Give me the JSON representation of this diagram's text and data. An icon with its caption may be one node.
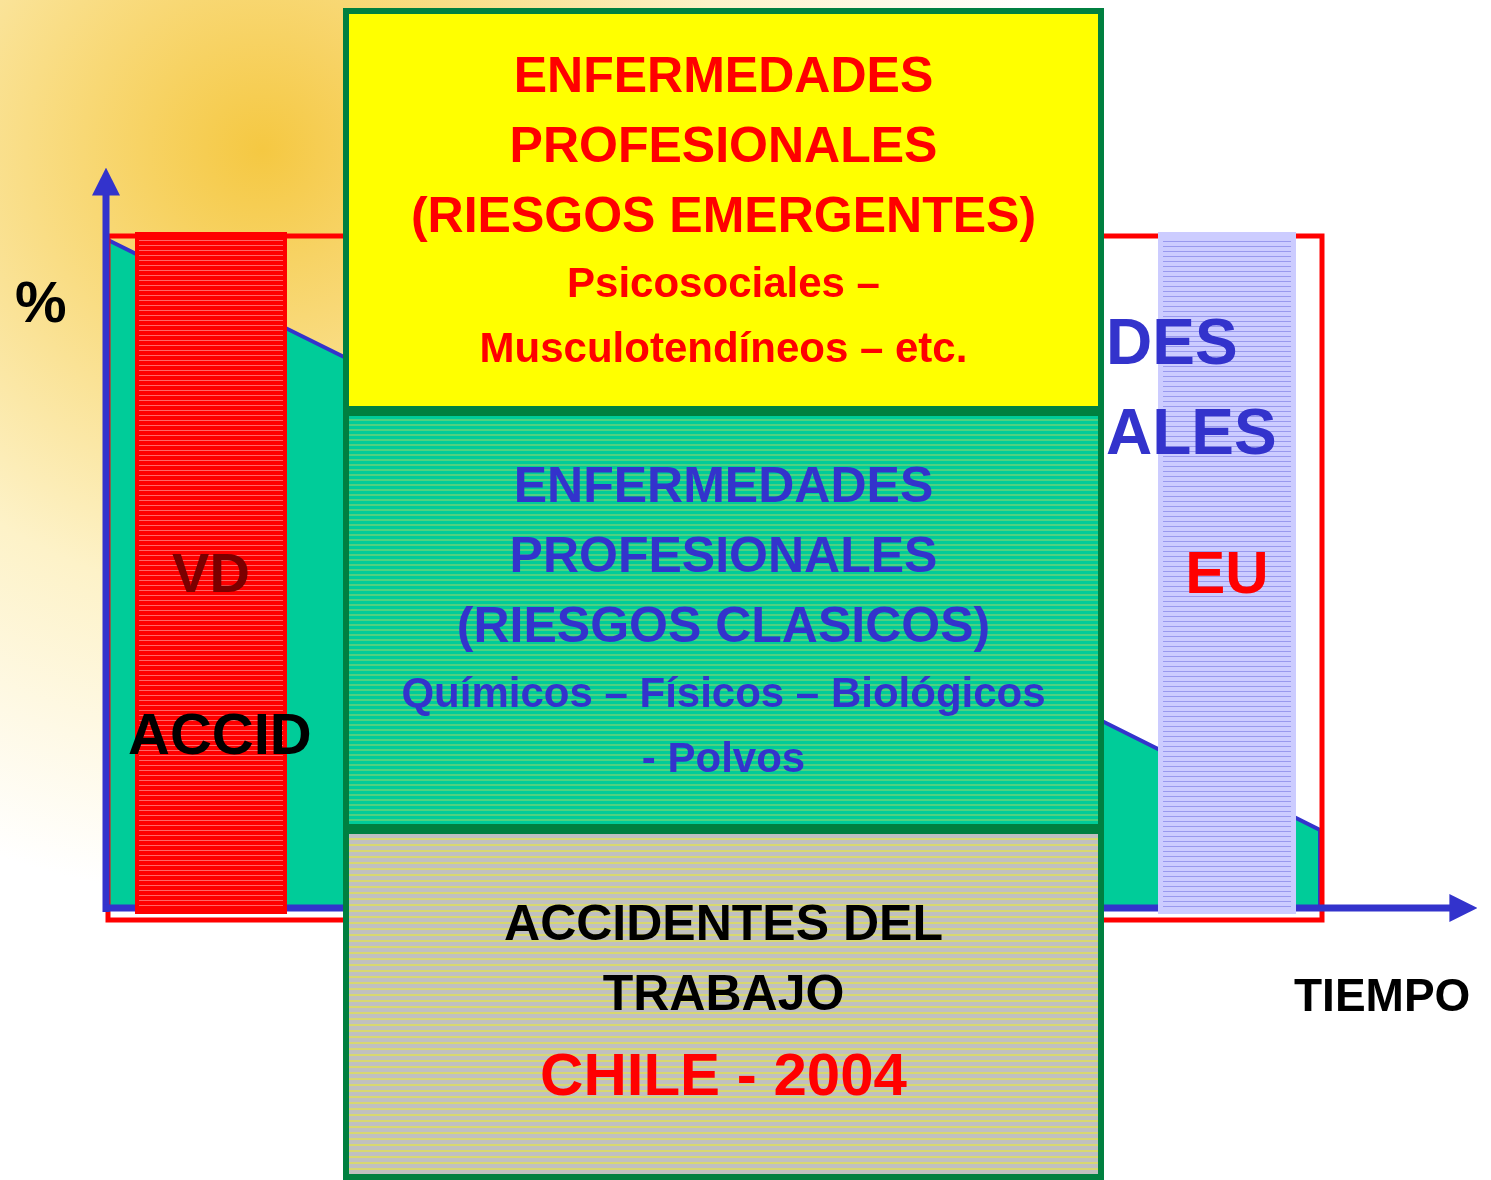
{
  "diagram": {
    "nodes": [
      {
        "text": [
          "ENFERMEDADES PROFESIONALES (RIESGOS EMERGENTES)",
          "Psicosociales – Musculotendíneos – etc."
        ]
      },
      {
        "text": [
          "ENFERMEDADES PROFESIONALES (RIESGOS CLASICOS)",
          "Químicos – Físicos – Biológicos - Polvos"
        ]
      },
      {
        "text": [
          "ACCIDENTES DEL TRABAJO",
          "CHILE - 2004"
        ]
      },
      {
        "text": [
          "VD"
        ]
      },
      {
        "text": [
          "EU"
        ]
      }
    ],
    "labels": [
      "%",
      "ACCID",
      "DES",
      "ALES",
      "TIEMPO"
    ]
  }
}
